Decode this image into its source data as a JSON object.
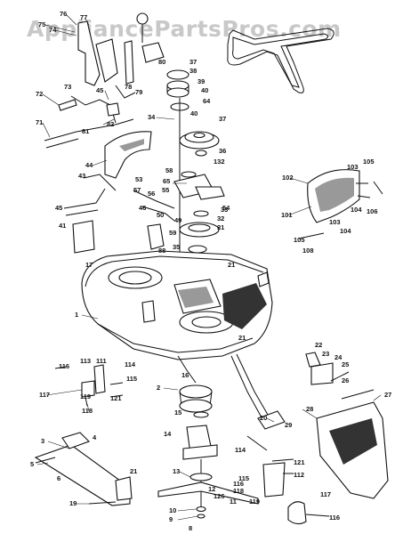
{
  "watermark": "AppliancePartsPros.com",
  "labels": [
    "76",
    "77",
    "75",
    "74",
    "73",
    "80",
    "37",
    "38",
    "39",
    "40",
    "72",
    "45",
    "78",
    "79",
    "82",
    "81",
    "71",
    "34",
    "64",
    "40",
    "37",
    "36",
    "132",
    "44",
    "58",
    "65",
    "55",
    "43",
    "53",
    "57",
    "56",
    "45",
    "46",
    "50",
    "54",
    "33",
    "32",
    "31",
    "41",
    "49",
    "59",
    "88",
    "35",
    "17",
    "21",
    "102",
    "101",
    "103",
    "105",
    "104",
    "106",
    "103",
    "104",
    "105",
    "108",
    "1",
    "21",
    "2",
    "22",
    "23",
    "24",
    "25",
    "26",
    "116",
    "113",
    "111",
    "114",
    "115",
    "118",
    "117",
    "119",
    "121",
    "16",
    "15",
    "20",
    "28",
    "29",
    "27",
    "14",
    "121",
    "114",
    "112",
    "3",
    "4",
    "21",
    "5",
    "6",
    "13",
    "116",
    "115",
    "12",
    "126",
    "118",
    "119",
    "117",
    "10",
    "11",
    "116",
    "9",
    "8",
    "19"
  ]
}
